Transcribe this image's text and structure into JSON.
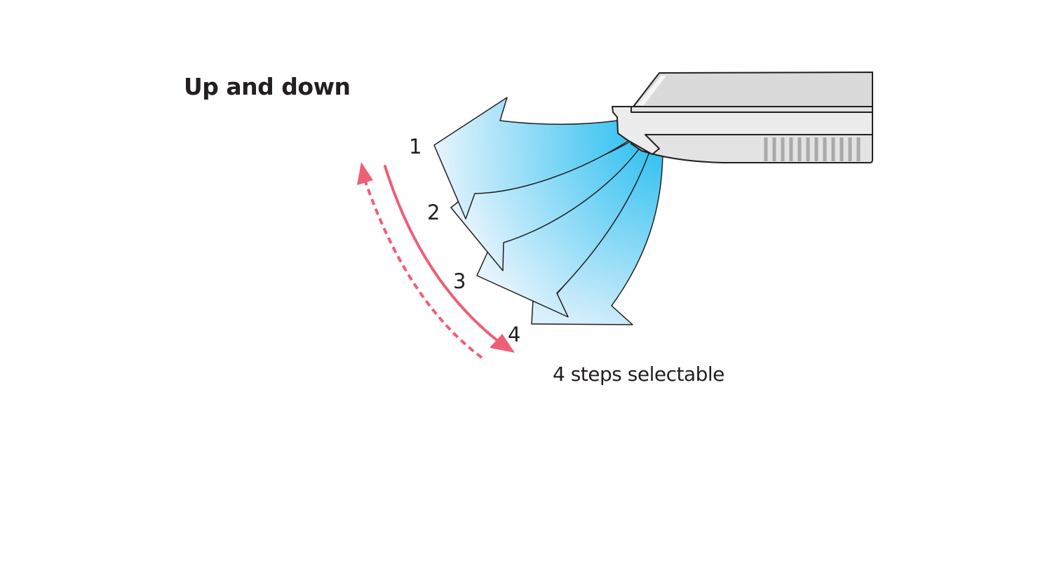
{
  "title": "Up and down",
  "caption": "4 steps selectable",
  "steps": [
    {
      "label": "1"
    },
    {
      "label": "2"
    },
    {
      "label": "3"
    },
    {
      "label": "4"
    }
  ],
  "colors": {
    "airflow_dark": "#2ec0f0",
    "airflow_light": "#e6f4fd",
    "swing_arrow": "#ee5f76",
    "unit_body": "#dadada",
    "unit_front": "#ececec",
    "outline": "#231f20"
  },
  "icons": {
    "unit": "air-conditioner-icon",
    "swing": "swing-range-arrows-icon"
  }
}
